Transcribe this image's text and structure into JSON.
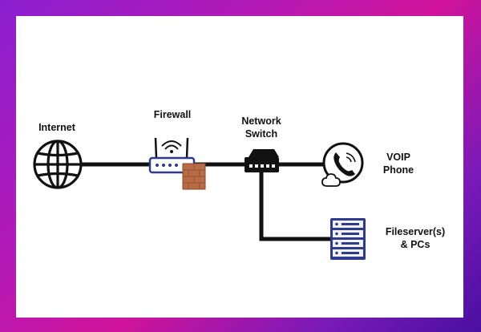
{
  "labels": {
    "internet": "Internet",
    "firewall": "Firewall",
    "network_switch": "Network\nSwitch",
    "voip_phone": "VOIP\nPhone",
    "fileservers": "Fileserver(s)\n& PCs"
  },
  "icons": {
    "internet": "globe-icon",
    "firewall": "router-icon",
    "firewall_wall": "brick-wall-icon",
    "switch": "network-switch-icon",
    "voip": "phone-cloud-icon",
    "server": "server-rack-icon"
  },
  "colors": {
    "frame_start": "#8a1fd0",
    "frame_end": "#d0139a",
    "line": "#111111",
    "router": "#2e3a8c",
    "server": "#2e3a8c",
    "wall": "#b86b45"
  }
}
